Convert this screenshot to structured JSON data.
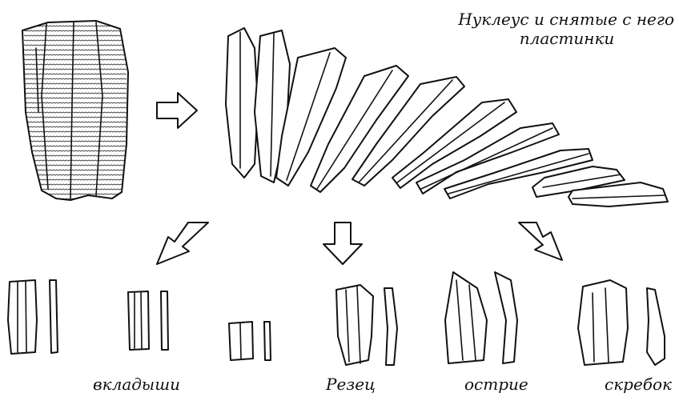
{
  "title": {
    "line1": "Нуклеус и снятые с него",
    "line2": "пластинки"
  },
  "labels": {
    "inserts": "вкладыши",
    "burin": "Резец",
    "point": "острие",
    "scraper": "скребок"
  }
}
